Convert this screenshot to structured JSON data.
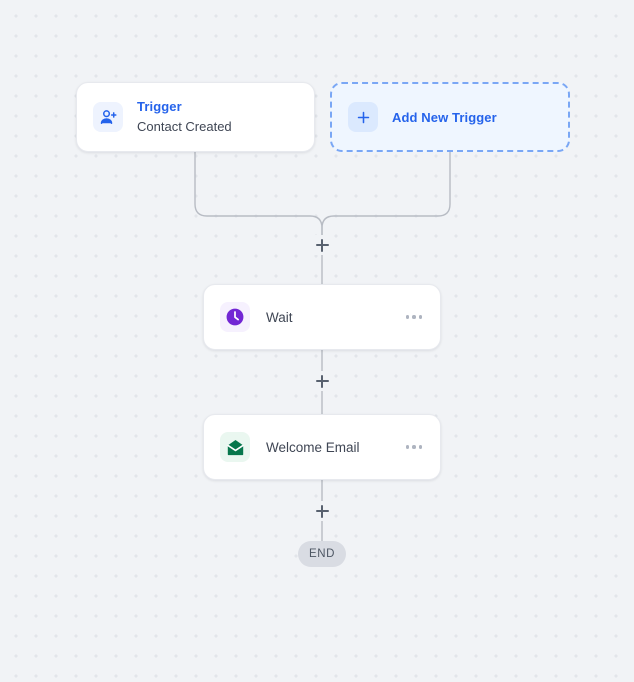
{
  "canvas": {
    "background_color": "#f1f3f6",
    "dot_color": "#e2e5ea"
  },
  "trigger": {
    "icon": "person-plus-icon",
    "title": "Trigger",
    "subtitle": "Contact Created",
    "title_color": "#2563eb"
  },
  "add_trigger": {
    "icon": "plus-icon",
    "label": "Add New Trigger",
    "label_color": "#2563eb",
    "border_color": "#7aa7f5",
    "background_color": "#eff6ff"
  },
  "steps": [
    {
      "id": "wait",
      "icon": "clock-icon",
      "icon_color": "#7226d4",
      "tile_color": "#f6f1fe",
      "label": "Wait",
      "menu_icon": "ellipsis-icon"
    },
    {
      "id": "welcome-email",
      "icon": "envelope-open-icon",
      "icon_color": "#07774c",
      "tile_color": "#eaf7f0",
      "label": "Welcome Email",
      "menu_icon": "ellipsis-icon"
    }
  ],
  "add_buttons": [
    {
      "id": "plus-merge",
      "icon": "plus-icon"
    },
    {
      "id": "plus-wait",
      "icon": "plus-icon"
    },
    {
      "id": "plus-email",
      "icon": "plus-icon"
    }
  ],
  "end": {
    "label": "END",
    "background_color": "#d9dce3",
    "text_color": "#4d5663"
  },
  "connectors": {
    "line_color": "#b8bcc4"
  }
}
